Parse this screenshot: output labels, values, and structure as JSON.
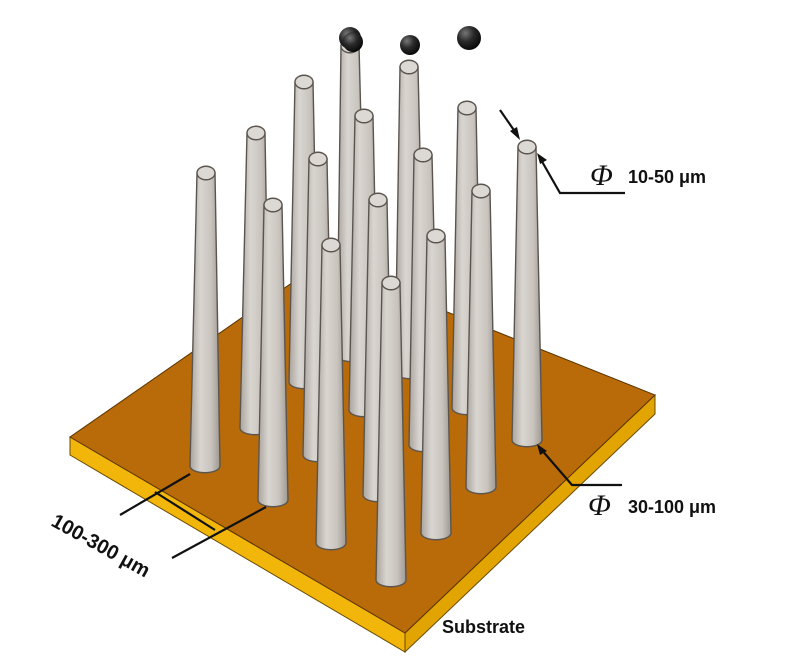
{
  "labels": {
    "top_diameter_symbol": "Φ",
    "top_diameter": "10-50 μm",
    "bottom_diameter_symbol": "Φ",
    "bottom_diameter": "30-100 μm",
    "spacing": "100-300 μm",
    "substrate": "Substrate"
  },
  "colors": {
    "substrate_top": "#b86b08",
    "substrate_edge": "#f2b60a",
    "pillar": "#cbc6c0",
    "droplet": "#222222"
  }
}
